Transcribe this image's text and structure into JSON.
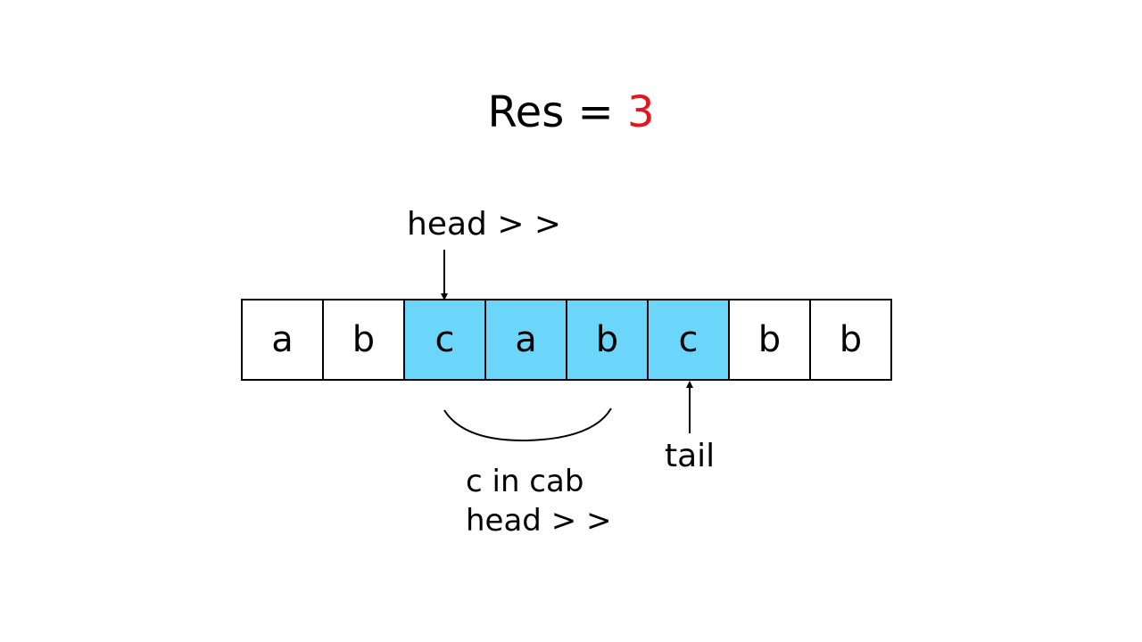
{
  "title": {
    "prefix": "Res = ",
    "value": "3",
    "value_color": "#e8141b"
  },
  "head_label": "head   > >",
  "tail_label": "tail",
  "note": {
    "line1": "c in cab",
    "line2": "head > >"
  },
  "highlight_color": "#6cd5fa",
  "cells": [
    {
      "char": "a",
      "highlighted": false
    },
    {
      "char": "b",
      "highlighted": false
    },
    {
      "char": "c",
      "highlighted": true
    },
    {
      "char": "a",
      "highlighted": true
    },
    {
      "char": "b",
      "highlighted": true
    },
    {
      "char": "c",
      "highlighted": true
    },
    {
      "char": "b",
      "highlighted": false
    },
    {
      "char": "b",
      "highlighted": false
    }
  ],
  "head_index": 2,
  "tail_index": 5
}
